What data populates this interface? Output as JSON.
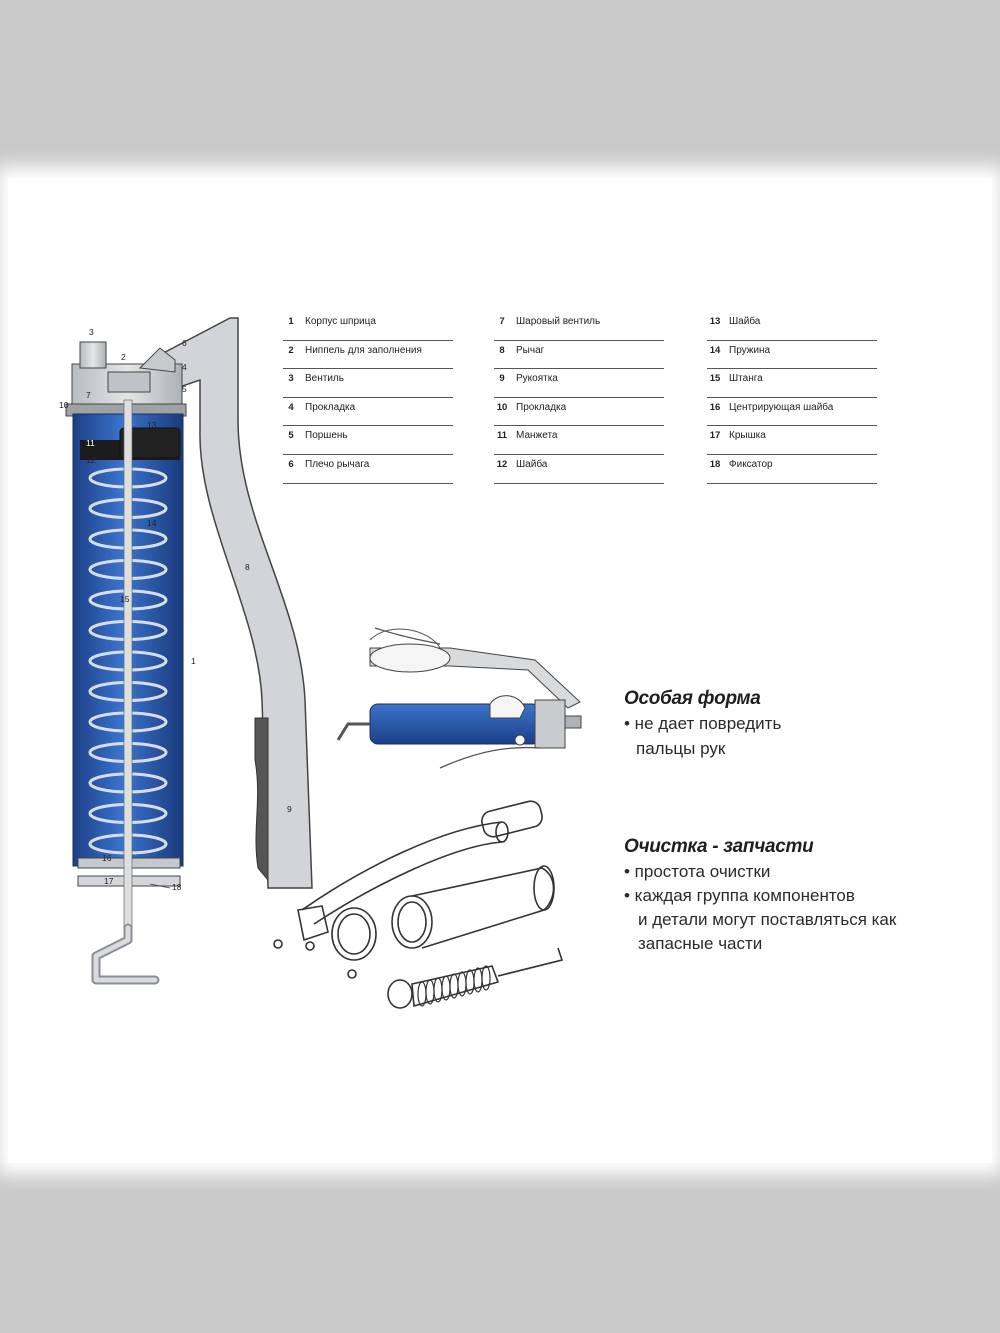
{
  "parts_columns": [
    [
      {
        "num": "1",
        "name": "Корпус шприца"
      },
      {
        "num": "2",
        "name": "Ниппель для заполнения"
      },
      {
        "num": "3",
        "name": "Вентиль"
      },
      {
        "num": "4",
        "name": "Прокладка"
      },
      {
        "num": "5",
        "name": "Поршень"
      },
      {
        "num": "6",
        "name": "Плечо рычага"
      }
    ],
    [
      {
        "num": "7",
        "name": "Шаровый вентиль"
      },
      {
        "num": "8",
        "name": "Рычаг"
      },
      {
        "num": "9",
        "name": "Рукоятка"
      },
      {
        "num": "10",
        "name": "Прокладка"
      },
      {
        "num": "11",
        "name": "Манжета"
      },
      {
        "num": "12",
        "name": "Шайба"
      }
    ],
    [
      {
        "num": "13",
        "name": "Шайба"
      },
      {
        "num": "14",
        "name": "Пружина"
      },
      {
        "num": "15",
        "name": "Штанга"
      },
      {
        "num": "16",
        "name": "Центрирующая шайба"
      },
      {
        "num": "17",
        "name": "Крышка"
      },
      {
        "num": "18",
        "name": "Фиксатор"
      }
    ]
  ],
  "callouts": [
    "1",
    "2",
    "3",
    "4",
    "5",
    "6",
    "7",
    "8",
    "9",
    "10",
    "11",
    "12",
    "13",
    "14",
    "15",
    "16",
    "17",
    "18"
  ],
  "features": [
    {
      "title": "Особая форма",
      "lines": [
        "• не дает повредить",
        "пальцы рук"
      ]
    },
    {
      "title": "Очистка - запчасти",
      "lines": [
        "• простота очистки",
        "• каждая группа компонентов",
        "и детали могут поставляться как",
        "запасные части"
      ]
    }
  ],
  "colors": {
    "barrel": "#2f63b8",
    "barrel_dark": "#1c3f86",
    "metal": "#cfd1d4",
    "outline": "#333333"
  }
}
